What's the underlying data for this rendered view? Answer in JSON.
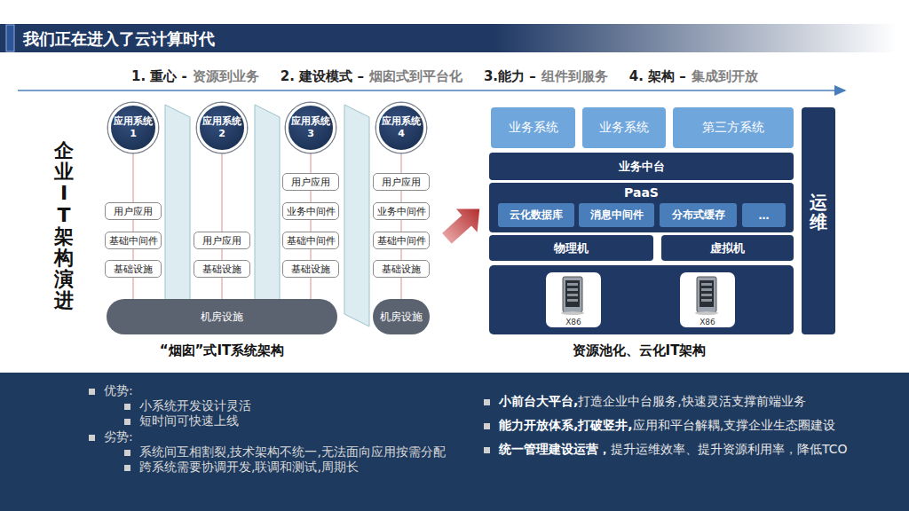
{
  "diagram": {
    "title": "我们正在进入了云计算时代",
    "nodes": [
      {
        "text": [
          "应用系统 1"
        ]
      },
      {
        "text": [
          "用户应用"
        ]
      },
      {
        "text": [
          "基础中间件"
        ]
      },
      {
        "text": [
          "基础设施"
        ]
      },
      {
        "text": [
          "应用系统 2"
        ]
      },
      {
        "text": [
          "用户应用"
        ]
      },
      {
        "text": [
          "基础设施"
        ]
      },
      {
        "text": [
          "应用系统 3"
        ]
      },
      {
        "text": [
          "用户应用"
        ]
      },
      {
        "text": [
          "业务中间件"
        ]
      },
      {
        "text": [
          "基础中间件"
        ]
      },
      {
        "text": [
          "基础设施"
        ]
      },
      {
        "text": [
          "应用系统 4"
        ]
      },
      {
        "text": [
          "用户应用"
        ]
      },
      {
        "text": [
          "业务中间件"
        ]
      },
      {
        "text": [
          "基础中间件"
        ]
      },
      {
        "text": [
          "基础设施"
        ]
      },
      {
        "text": [
          "机房设施"
        ]
      },
      {
        "text": [
          "机房设施"
        ]
      },
      {
        "text": [
          "业务系统"
        ]
      },
      {
        "text": [
          "业务系统"
        ]
      },
      {
        "text": [
          "第三方系统"
        ]
      },
      {
        "text": [
          "业务中台"
        ]
      },
      {
        "text": [
          "PaaS"
        ]
      },
      {
        "text": [
          "云化数据库"
        ],
        "in": 23
      },
      {
        "text": [
          "消息中间件"
        ],
        "in": 23
      },
      {
        "text": [
          "分布式缓存"
        ],
        "in": 23
      },
      {
        "text": [
          "…"
        ],
        "in": 23
      },
      {
        "text": [
          "物理机"
        ]
      },
      {
        "text": [
          "虚拟机"
        ]
      },
      {
        "text": [
          "X86"
        ]
      },
      {
        "text": [
          "X86"
        ]
      },
      {
        "text": [
          "运维"
        ]
      }
    ],
    "edges": [
      {
        "from": 0,
        "to": 1,
        "arrow": "none"
      },
      {
        "from": 1,
        "to": 2,
        "arrow": "none"
      },
      {
        "from": 2,
        "to": 3,
        "arrow": "none"
      },
      {
        "from": 3,
        "to": 17,
        "arrow": "none"
      },
      {
        "from": 4,
        "to": 5,
        "arrow": "none"
      },
      {
        "from": 5,
        "to": 6,
        "arrow": "none"
      },
      {
        "from": 6,
        "to": 17,
        "arrow": "none"
      },
      {
        "from": 7,
        "to": 8,
        "arrow": "none"
      },
      {
        "from": 8,
        "to": 9,
        "arrow": "none"
      },
      {
        "from": 9,
        "to": 10,
        "arrow": "none"
      },
      {
        "from": 10,
        "to": 11,
        "arrow": "none"
      },
      {
        "from": 11,
        "to": 17,
        "arrow": "none"
      },
      {
        "from": 12,
        "to": 13,
        "arrow": "none"
      },
      {
        "from": 13,
        "to": 14,
        "arrow": "none"
      },
      {
        "from": 14,
        "to": 15,
        "arrow": "none"
      },
      {
        "from": 15,
        "to": 16,
        "arrow": "none"
      },
      {
        "from": 16,
        "to": 18,
        "arrow": "none"
      }
    ],
    "labels": [
      "1. 重心 -",
      "资源到业务",
      "2. 建设模式 –",
      "烟囱式到平台化",
      "3.能力 –",
      "组件到服务",
      "4. 架构 –",
      "集成到开放",
      "企业IT架构演进",
      "“烟囱”式IT系统架构",
      "资源池化、云化IT架构",
      "优势:",
      "小系统开发设计灵活",
      "短时间可快速上线",
      "劣势:",
      "系统间互相割裂,技术架构不统一,无法面向应用按需分配",
      "跨系统需要协调开发,联调和测试,周期长",
      "小前台大平台,",
      "打造企业中台服务,快速灵活支撑前端业务",
      "能力开放体系,打破竖井,",
      "应用和平台解耦,支撑企业生态圈建设",
      "统一管理建设运营，",
      "提升运维效率、提升资源利用率，降低TCO"
    ]
  }
}
